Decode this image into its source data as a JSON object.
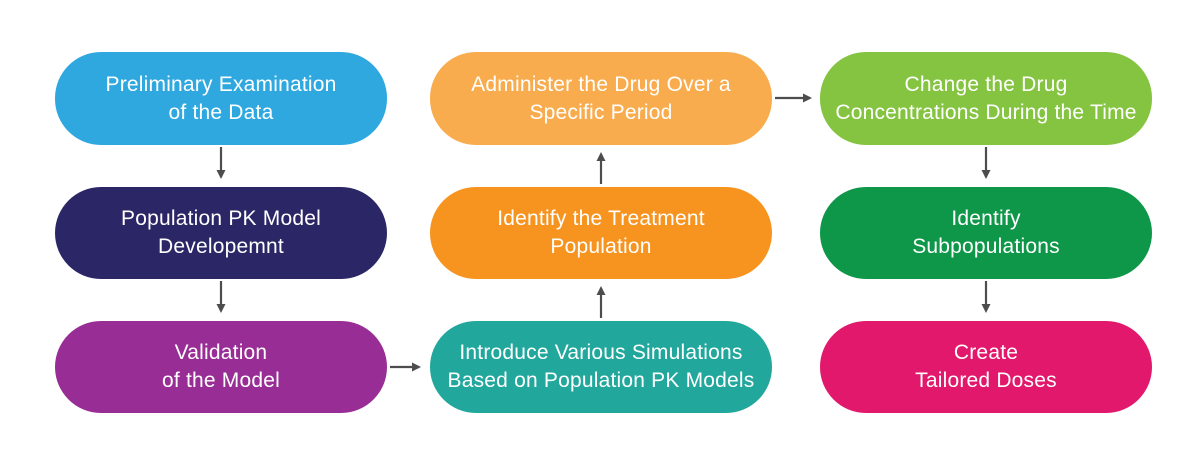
{
  "diagram": {
    "description": "Population PK modeling and simulation workflow flowchart",
    "background_color": "#FFFFFF",
    "text_color": "#FFFFFF",
    "arrow_color": "#4D4D4F",
    "nodes": [
      {
        "id": "preliminary-examination",
        "label": "Preliminary Examination\nof the Data",
        "color": "#2FA8E0"
      },
      {
        "id": "population-pk-model-development",
        "label": "Population PK Model\nDevelopemnt",
        "color": "#2B2766"
      },
      {
        "id": "validation-of-the-model",
        "label": "Validation\nof the Model",
        "color": "#992D96"
      },
      {
        "id": "administer-the-drug",
        "label": "Administer the Drug Over a\nSpecific Period",
        "color": "#F9AC4E"
      },
      {
        "id": "identify-treatment-population",
        "label": "Identify the Treatment\nPopulation",
        "color": "#F6941F"
      },
      {
        "id": "introduce-simulations",
        "label": "Introduce Various Simulations\nBased on Population PK Models",
        "color": "#21A79C"
      },
      {
        "id": "change-drug-concentrations",
        "label": "Change the Drug\nConcentrations During the Time",
        "color": "#85C441"
      },
      {
        "id": "identify-subpopulations",
        "label": "Identify\nSubpopulations",
        "color": "#0E9749"
      },
      {
        "id": "create-tailored-doses",
        "label": "Create\nTailored Doses",
        "color": "#E1186B"
      }
    ],
    "edges": [
      {
        "from": "preliminary-examination",
        "to": "population-pk-model-development",
        "direction": "down"
      },
      {
        "from": "population-pk-model-development",
        "to": "validation-of-the-model",
        "direction": "down"
      },
      {
        "from": "validation-of-the-model",
        "to": "introduce-simulations",
        "direction": "right"
      },
      {
        "from": "introduce-simulations",
        "to": "identify-treatment-population",
        "direction": "up"
      },
      {
        "from": "identify-treatment-population",
        "to": "administer-the-drug",
        "direction": "up"
      },
      {
        "from": "administer-the-drug",
        "to": "change-drug-concentrations",
        "direction": "right"
      },
      {
        "from": "change-drug-concentrations",
        "to": "identify-subpopulations",
        "direction": "down"
      },
      {
        "from": "identify-subpopulations",
        "to": "create-tailored-doses",
        "direction": "down"
      }
    ]
  }
}
